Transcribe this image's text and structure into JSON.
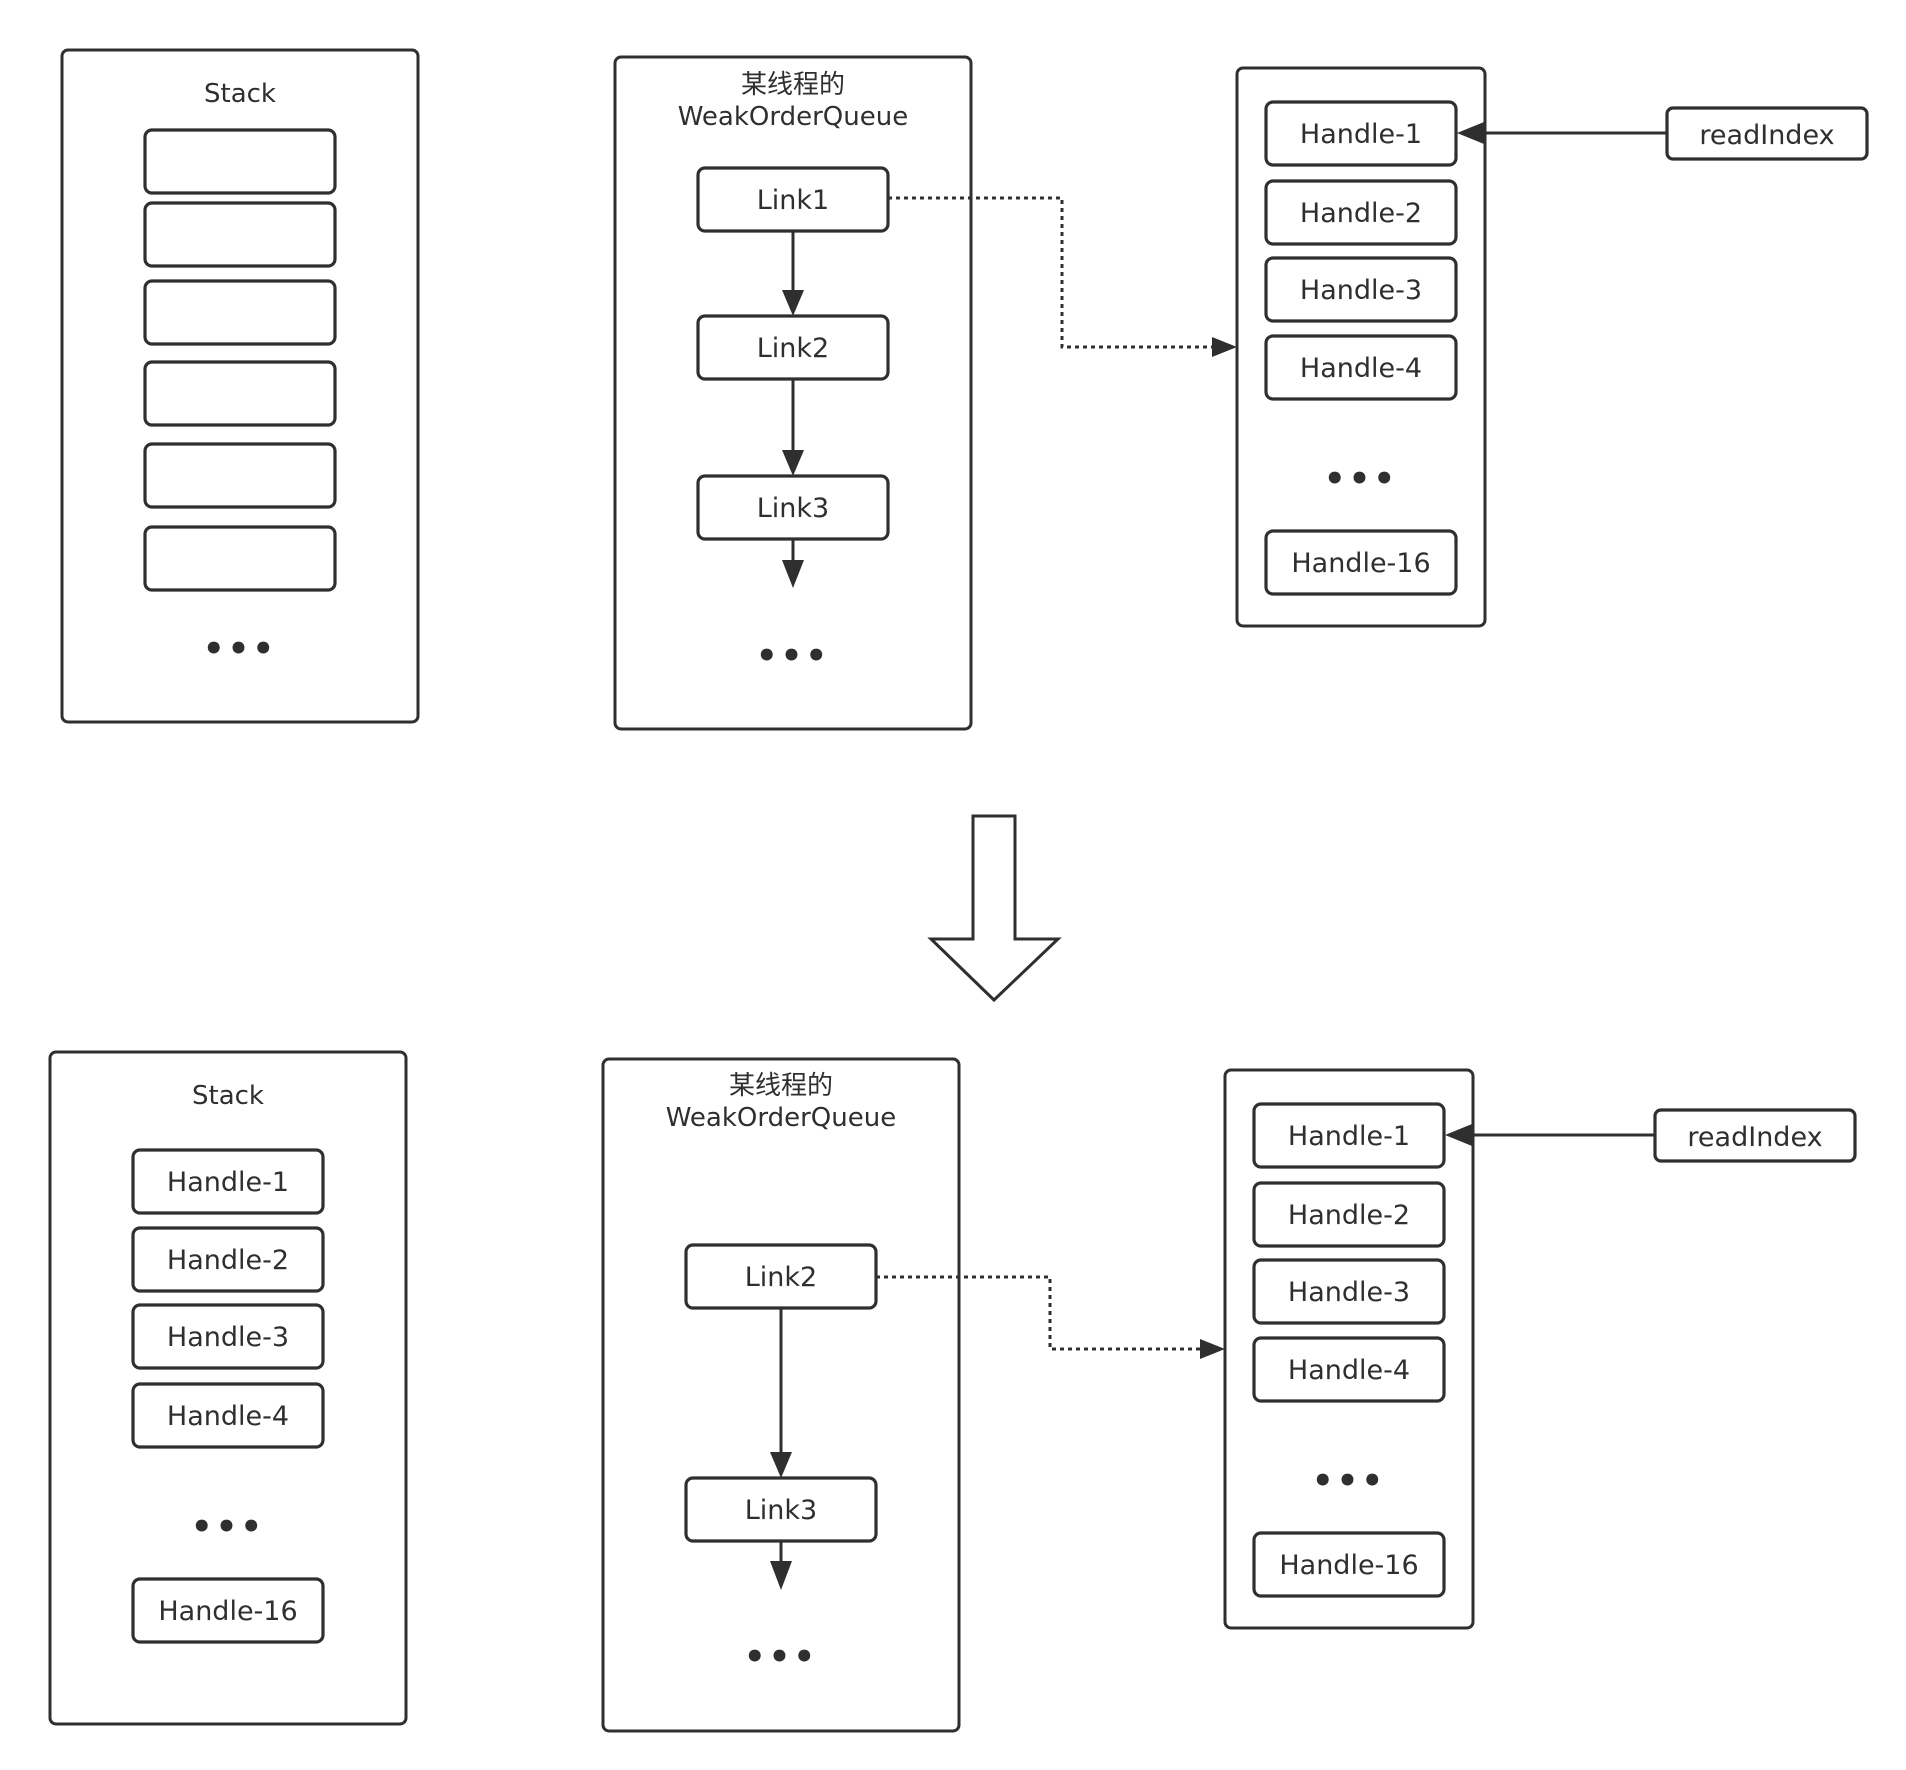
{
  "top": {
    "stack": {
      "title": "Stack",
      "ellipsis": "•••"
    },
    "queue": {
      "title_line1": "某线程的",
      "title_line2": "WeakOrderQueue",
      "links": [
        "Link1",
        "Link2",
        "Link3"
      ],
      "ellipsis": "•••"
    },
    "handles": {
      "items": [
        "Handle-1",
        "Handle-2",
        "Handle-3",
        "Handle-4"
      ],
      "last": "Handle-16",
      "ellipsis": "•••"
    },
    "read_index": "readIndex"
  },
  "bottom": {
    "stack": {
      "title": "Stack",
      "items": [
        "Handle-1",
        "Handle-2",
        "Handle-3",
        "Handle-4"
      ],
      "last": "Handle-16",
      "ellipsis": "•••"
    },
    "queue": {
      "title_line1": "某线程的",
      "title_line2": "WeakOrderQueue",
      "links": [
        "Link2",
        "Link3"
      ],
      "ellipsis": "•••"
    },
    "handles": {
      "items": [
        "Handle-1",
        "Handle-2",
        "Handle-3",
        "Handle-4"
      ],
      "last": "Handle-16",
      "ellipsis": "•••"
    },
    "read_index": "readIndex"
  }
}
